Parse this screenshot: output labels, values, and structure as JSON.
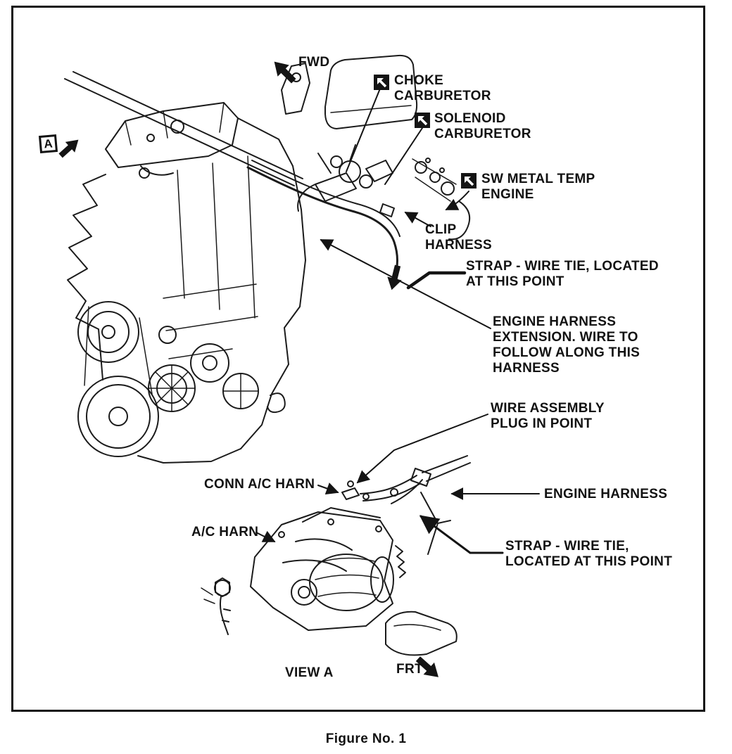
{
  "figure": {
    "caption": "Figure No. 1",
    "view_label": "VIEW A"
  },
  "markers": {
    "a_box": "A",
    "fwd": "FWD",
    "frt": "FRT"
  },
  "labels": {
    "choke": "CHOKE\nCARBURETOR",
    "solenoid": "SOLENOID\nCARBURETOR",
    "sw_metal_temp": "SW METAL TEMP\nENGINE",
    "clip_harness": "CLIP\nHARNESS",
    "strap_wire_tie_upper": "STRAP - WIRE TIE, LOCATED\nAT THIS POINT",
    "engine_harness_extension": "ENGINE HARNESS\nEXTENSION. WIRE TO\nFOLLOW ALONG THIS\nHARNESS",
    "wire_assembly_plug": "WIRE ASSEMBLY\nPLUG IN POINT",
    "conn_ac_harn": "CONN A/C HARN",
    "ac_harn": "A/C HARN",
    "engine_harness": "ENGINE HARNESS",
    "strap_wire_tie_lower": "STRAP - WIRE TIE,\nLOCATED AT THIS POINT"
  },
  "colors": {
    "ink": "#1b1b1b",
    "paper": "#ffffff"
  }
}
